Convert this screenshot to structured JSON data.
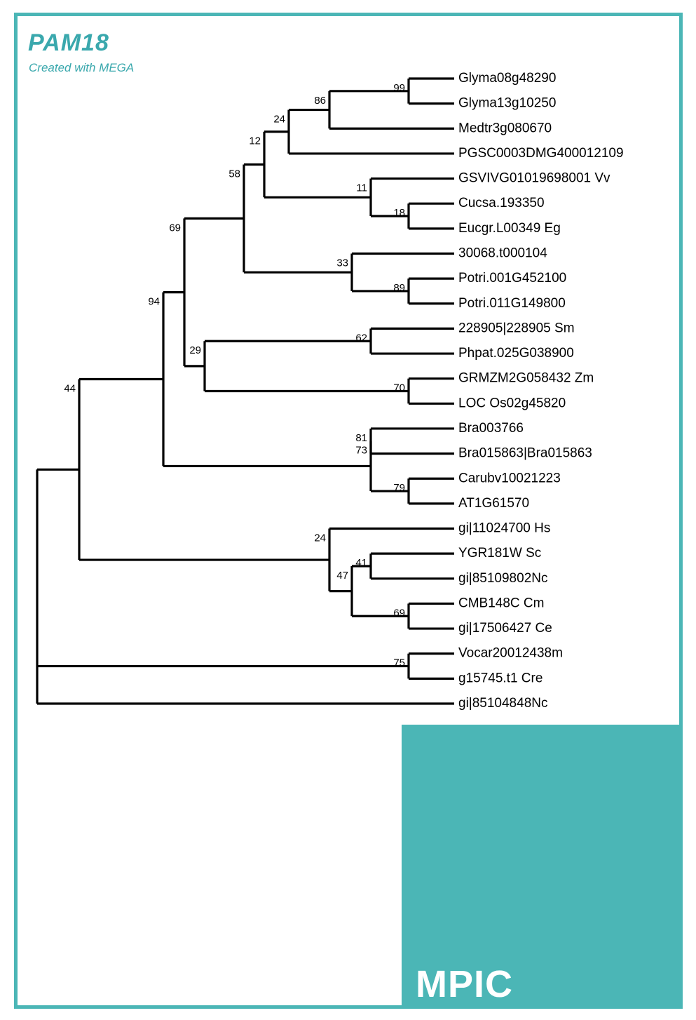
{
  "title": "PAM18",
  "subtitle": "Created with MEGA",
  "watermark": "MPIC",
  "colors": {
    "accent": "#4bb6b6",
    "title_text": "#3aa8ad",
    "branch": "#000000",
    "background": "#ffffff",
    "watermark_text": "#ffffff"
  },
  "chart_data": {
    "type": "tree",
    "title": "PAM18",
    "subtitle": "Created with MEGA",
    "layout": "rectangular-cladogram",
    "orientation": "left-to-right",
    "node_label_type": "bootstrap support values",
    "leaf_count": 26,
    "leaves": [
      {
        "index": 0,
        "label": "Glyma08g48290"
      },
      {
        "index": 1,
        "label": "Glyma13g10250"
      },
      {
        "index": 2,
        "label": "Medtr3g080670"
      },
      {
        "index": 3,
        "label": "PGSC0003DMG400012109"
      },
      {
        "index": 4,
        "label": "GSVIVG01019698001 Vv"
      },
      {
        "index": 5,
        "label": "Cucsa.193350"
      },
      {
        "index": 6,
        "label": "Eucgr.L00349 Eg"
      },
      {
        "index": 7,
        "label": "30068.t000104"
      },
      {
        "index": 8,
        "label": "Potri.001G452100"
      },
      {
        "index": 9,
        "label": "Potri.011G149800"
      },
      {
        "index": 10,
        "label": "228905|228905 Sm"
      },
      {
        "index": 11,
        "label": "Phpat.025G038900"
      },
      {
        "index": 12,
        "label": "GRMZM2G058432 Zm"
      },
      {
        "index": 13,
        "label": "LOC Os02g45820"
      },
      {
        "index": 14,
        "label": "Bra003766"
      },
      {
        "index": 15,
        "label": "Bra015863|Bra015863"
      },
      {
        "index": 16,
        "label": "Carubv10021223"
      },
      {
        "index": 17,
        "label": "AT1G61570"
      },
      {
        "index": 18,
        "label": "gi|11024700 Hs"
      },
      {
        "index": 19,
        "label": "YGR181W  Sc"
      },
      {
        "index": 20,
        "label": "gi|85109802Nc"
      },
      {
        "index": 21,
        "label": "CMB148C Cm"
      },
      {
        "index": 22,
        "label": "gi|17506427 Ce"
      },
      {
        "index": 23,
        "label": "Vocar20012438m"
      },
      {
        "index": 24,
        "label": "g15745.t1 Cre"
      },
      {
        "index": 25,
        "label": "gi|85104848Nc"
      }
    ],
    "support_values": [
      {
        "id": "n99",
        "value": "99",
        "children": [
          "Glyma08g48290",
          "Glyma13g10250"
        ]
      },
      {
        "id": "n86",
        "value": "86",
        "children": [
          "n99",
          "Medtr3g080670"
        ]
      },
      {
        "id": "n24a",
        "value": "24",
        "children": [
          "n86",
          "PGSC0003DMG400012109"
        ]
      },
      {
        "id": "n18",
        "value": "18",
        "children": [
          "Cucsa.193350",
          "Eucgr.L00349 Eg"
        ]
      },
      {
        "id": "n11",
        "value": "11",
        "children": [
          "GSVIVG01019698001 Vv",
          "n18"
        ]
      },
      {
        "id": "n12",
        "value": "12",
        "children": [
          "n24a",
          "n11"
        ]
      },
      {
        "id": "n89",
        "value": "89",
        "children": [
          "Potri.001G452100",
          "Potri.011G149800"
        ]
      },
      {
        "id": "n33",
        "value": "33",
        "children": [
          "30068.t000104",
          "n89"
        ]
      },
      {
        "id": "n58",
        "value": "58",
        "children": [
          "n12",
          "n33"
        ]
      },
      {
        "id": "n62",
        "value": "62",
        "children": [
          "228905|228905 Sm",
          "Phpat.025G038900"
        ]
      },
      {
        "id": "n70",
        "value": "70",
        "children": [
          "GRMZM2G058432 Zm",
          "LOC Os02g45820"
        ]
      },
      {
        "id": "n29",
        "value": "29",
        "children": [
          "n62",
          "n70"
        ]
      },
      {
        "id": "n69a",
        "value": "69",
        "children": [
          "n58",
          "n29"
        ]
      },
      {
        "id": "n81",
        "value": "81",
        "children": [
          "Bra003766",
          "Bra015863|Bra015863"
        ]
      },
      {
        "id": "n79",
        "value": "79",
        "children": [
          "Carubv10021223",
          "AT1G61570"
        ]
      },
      {
        "id": "n73",
        "value": "73",
        "children": [
          "n81",
          "n79"
        ]
      },
      {
        "id": "n94",
        "value": "94",
        "children": [
          "n69a",
          "n73"
        ]
      },
      {
        "id": "n41",
        "value": "41",
        "children": [
          "YGR181W  Sc",
          "gi|85109802Nc"
        ]
      },
      {
        "id": "n69b",
        "value": "69",
        "children": [
          "CMB148C Cm",
          "gi|17506427 Ce"
        ]
      },
      {
        "id": "n47",
        "value": "47",
        "children": [
          "n41",
          "n69b"
        ]
      },
      {
        "id": "n24b",
        "value": "24",
        "children": [
          "gi|11024700 Hs",
          "n47"
        ]
      },
      {
        "id": "n44",
        "value": "44",
        "children": [
          "n94",
          "n24b"
        ]
      },
      {
        "id": "n75",
        "value": "75",
        "children": [
          "Vocar20012438m",
          "g15745.t1 Cre"
        ]
      },
      {
        "id": "root",
        "value": "",
        "children": [
          "n44",
          "n75",
          "gi|85104848Nc"
        ]
      }
    ],
    "newick": "((((((((Glyma08g48290,Glyma13g10250)99,Medtr3g080670)86,PGSC0003DMG400012109)24,(GSVIVG01019698001_Vv,(Cucsa.193350,Eucgr.L00349_Eg)18)11)12,(30068.t000104,(Potri.001G452100,Potri.011G149800)89)33)58,((228905|228905_Sm,Phpat.025G038900)62,(GRMZM2G058432_Zm,LOC_Os02g45820)70)29)69,((Bra003766,Bra015863|Bra015863)81,(Carubv10021223,AT1G61570)79)73)94,(gi|11024700_Hs,((YGR181W_Sc,gi|85109802Nc)41,(CMB148C_Cm,gi|17506427_Ce)69)47)24)44,(Vocar20012438m,g15745.t1_Cre)75,gi|85104848Nc);"
  }
}
